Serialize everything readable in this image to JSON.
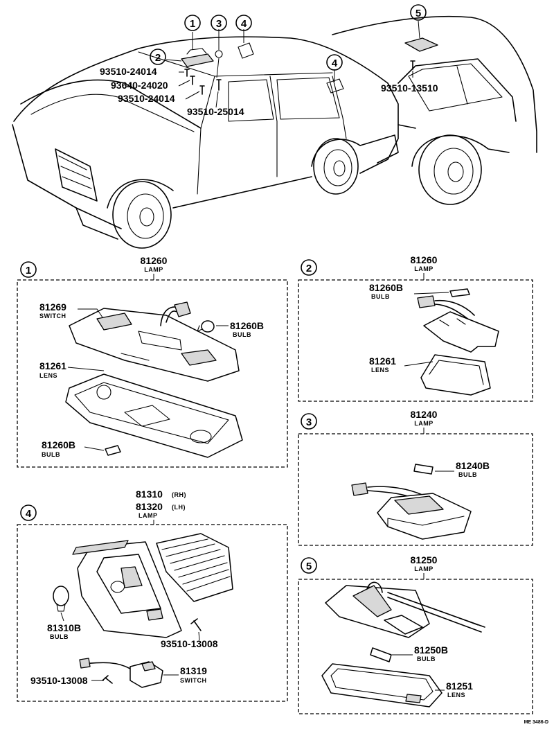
{
  "callouts": {
    "c1": "1",
    "c2": "2",
    "c3": "3",
    "c4": "4",
    "c5": "5"
  },
  "car": {
    "parts": {
      "p1": "93510-24014",
      "p2": "93640-24020",
      "p3": "93510-24014",
      "p4": "93510-25014",
      "p5": "93510-13510"
    }
  },
  "panel1": {
    "lamp_no": "81260",
    "lamp_label": "LAMP",
    "switch_no": "81269",
    "switch_label": "SWITCH",
    "bulb_no": "81260B",
    "bulb_label": "BULB",
    "lens_no": "81261",
    "lens_label": "LENS",
    "bulb2_no": "81260B",
    "bulb2_label": "BULB"
  },
  "panel2": {
    "lamp_no": "81260",
    "lamp_label": "LAMP",
    "bulb_no": "81260B",
    "bulb_label": "BULB",
    "lens_no": "81261",
    "lens_label": "LENS"
  },
  "panel3": {
    "lamp_no": "81240",
    "lamp_label": "LAMP",
    "bulb_no": "81240B",
    "bulb_label": "BULB"
  },
  "panel4": {
    "lamp_no_rh": "81310",
    "rh": "(RH)",
    "lamp_no_lh": "81320",
    "lh": "(LH)",
    "lamp_label": "LAMP",
    "bulb_no": "81310B",
    "bulb_label": "BULB",
    "screw1": "93510-13008",
    "screw2": "93510-13008",
    "switch_no": "81319",
    "switch_label": "SWITCH"
  },
  "panel5": {
    "lamp_no": "81250",
    "lamp_label": "LAMP",
    "bulb_no": "81250B",
    "bulb_label": "BULB",
    "lens_no": "81251",
    "lens_label": "LENS"
  },
  "footer_code": "ME 3486-D"
}
